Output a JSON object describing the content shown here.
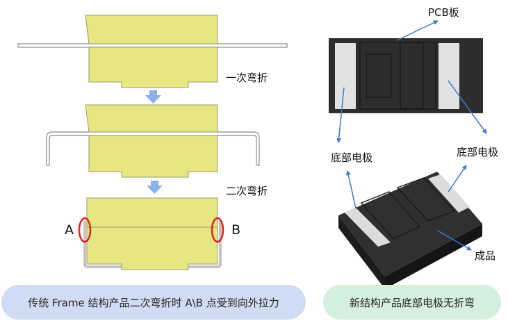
{
  "left_panel": {
    "step1_label": "一次弯折",
    "step2_label": "二次弯折",
    "point_a": "A",
    "point_b": "B",
    "caption": "传统 Frame 结构产品二次弯折时 A\\B 点受到向外拉力"
  },
  "right_panel": {
    "pcb_label": "PCB板",
    "electrode_left_label": "底部电极",
    "electrode_right_label": "底部电极",
    "product_label": "成品",
    "caption": "新结构产品底部电极无折弯"
  },
  "colors": {
    "body_yellow": "#e6e683",
    "arrow_blue": "#3d78cf",
    "step_arrow": "#8eb0e8",
    "highlight_red": "#e02020",
    "pcb_dark": "#2d2d2d",
    "electrode": "#e2e2e2",
    "caption_left_bg": "#cfdcf3",
    "caption_right_bg": "#d5f0dd"
  }
}
